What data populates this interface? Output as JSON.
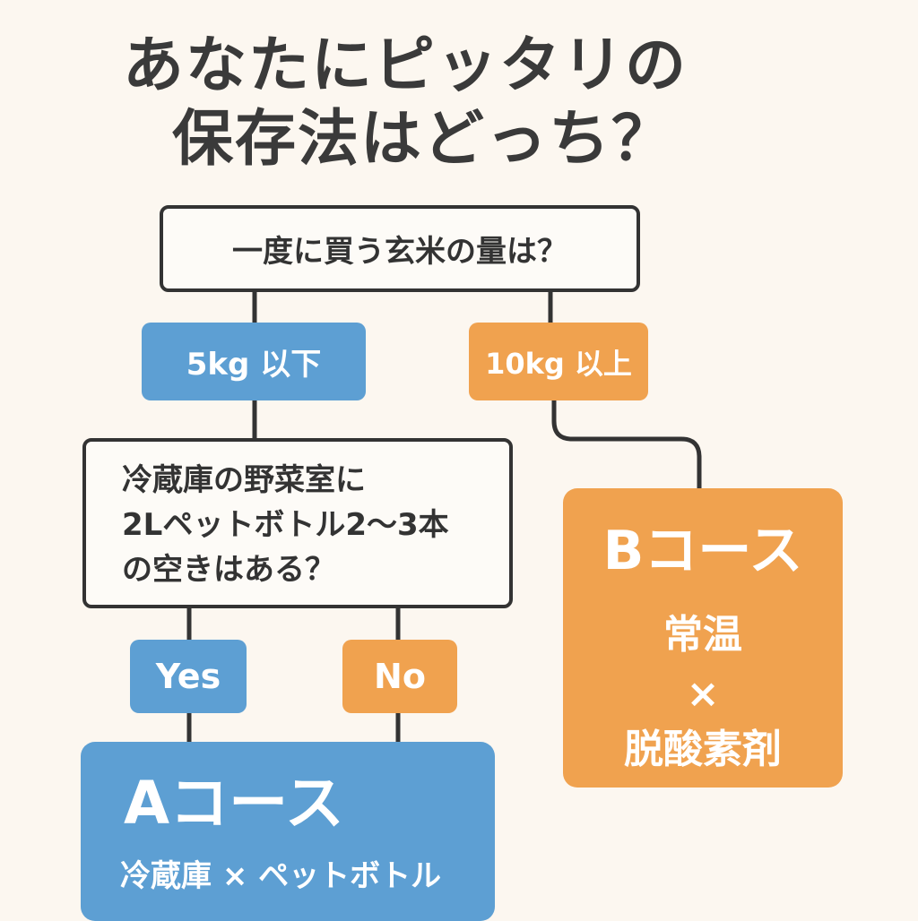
{
  "title": {
    "line1": "あなたにピッタリの",
    "line2": "保存法はどっち？"
  },
  "question1": "一度に買う玄米の量は？",
  "answer_small": "5kg 以下",
  "answer_large": "10kg 以上",
  "question2": {
    "line1": "冷蔵庫の野菜室に",
    "line2": "2Lペットボトル2〜3本",
    "line3": "の空きはある？"
  },
  "answer_yes": "Yes",
  "answer_no": "No",
  "result_a": {
    "course": "Aコース",
    "detail": "冷蔵庫 × ペットボトル"
  },
  "result_b": {
    "course": "Bコース",
    "line1": "常温",
    "line2": "×",
    "line3": "脱酸素剤"
  },
  "colors": {
    "background": "#fcf7f0",
    "blue": "#5d9fd3",
    "orange": "#f0a24f",
    "line": "#333333"
  }
}
